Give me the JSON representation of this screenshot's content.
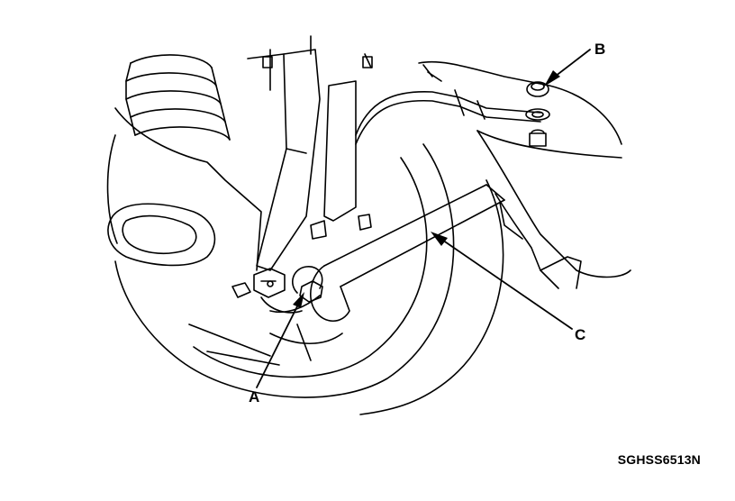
{
  "callouts": {
    "a": "A",
    "b": "B",
    "c": "C"
  },
  "figure_code": "SGHSS6513N",
  "colors": {
    "ink": "#000000",
    "paper": "#ffffff"
  }
}
